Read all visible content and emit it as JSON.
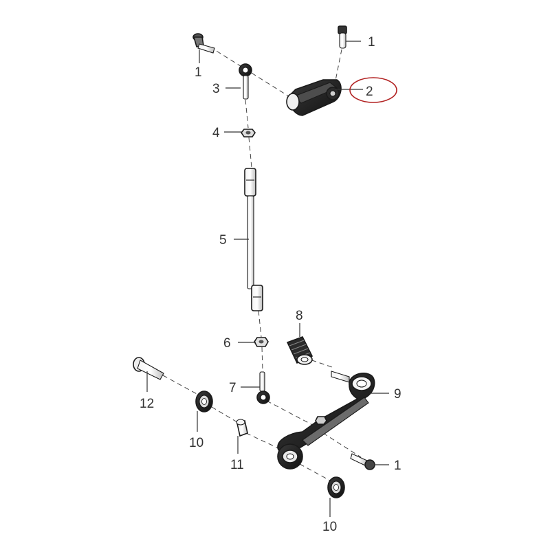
{
  "diagram": {
    "callouts": {
      "c1a": "1",
      "c1b": "1",
      "c1c": "1",
      "c2": "2",
      "c3": "3",
      "c4": "4",
      "c5": "5",
      "c6": "6",
      "c7": "7",
      "c8": "8",
      "c9": "9",
      "c10a": "10",
      "c10b": "10",
      "c11": "11",
      "c12": "12"
    },
    "highlight": {
      "callout": "2",
      "color": "#b22222"
    }
  }
}
